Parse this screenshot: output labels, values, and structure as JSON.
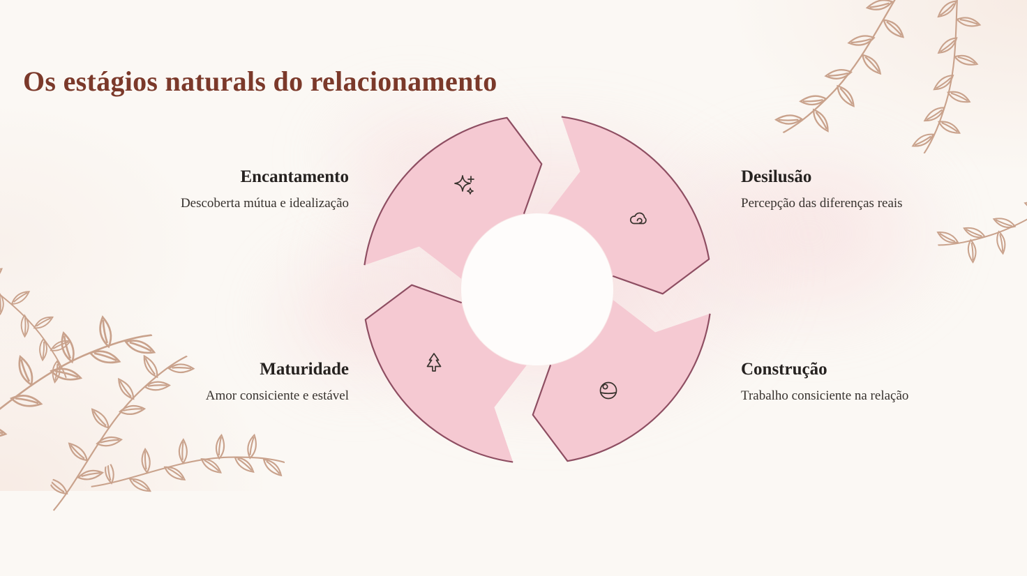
{
  "title": "Os estágios naturals do relacionamento",
  "diagram": {
    "type": "cycle",
    "stages": [
      {
        "name": "Encantamento",
        "description": "Descoberta mútua e idealização",
        "icon": "sparkles-icon",
        "position": "top-left"
      },
      {
        "name": "Desilusão",
        "description": "Percepção das diferenças reais",
        "icon": "cloud-icon",
        "position": "top-right"
      },
      {
        "name": "Construção",
        "description": "Trabalho consiciente na relação",
        "icon": "sphere-icon",
        "position": "bottom-right"
      },
      {
        "name": "Maturidade",
        "description": "Amor consiciente e estável",
        "icon": "tree-icon",
        "position": "bottom-left"
      }
    ],
    "colors": {
      "ring_fill": "#f5c9d2",
      "ring_border": "#8e4e62",
      "watercolor_wash": "#f3c6cd",
      "title_text": "#7b392a",
      "body_text": "#262220",
      "leaf_line_art": "#c9a28c",
      "background": "#fbf8f4"
    }
  }
}
